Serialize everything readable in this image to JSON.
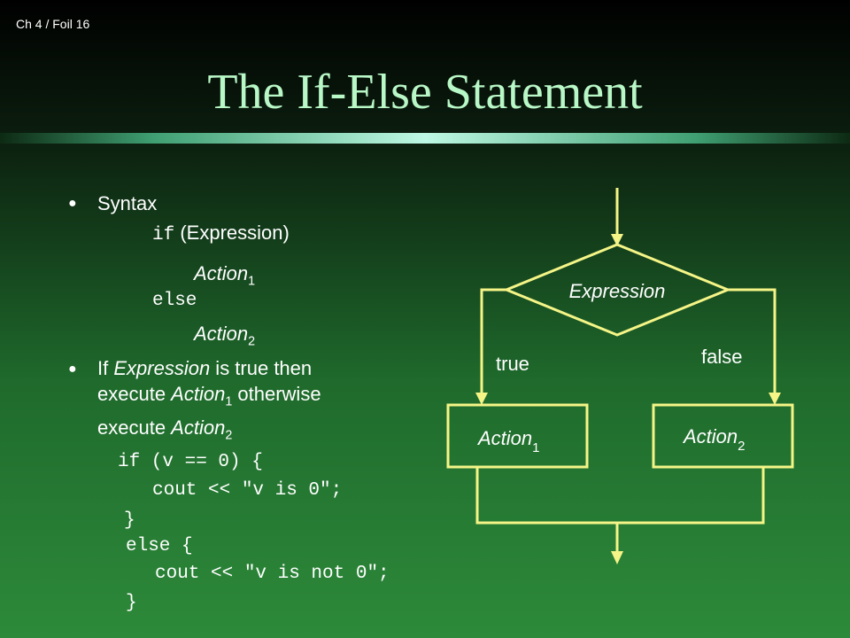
{
  "slide": {
    "foil": "Ch 4 / Foil 16",
    "title": "The If-Else Statement"
  },
  "syntax": {
    "heading": "Syntax",
    "if_kw": "if",
    "condition": "(Expression)",
    "action_word": "Action",
    "action1_sub": "1",
    "else_kw": "else",
    "action2_sub": "2"
  },
  "explanation": {
    "pre": "If ",
    "expression": "Expression",
    "mid": " is true then",
    "line2_pre": "execute ",
    "action": "Action",
    "sub1": "1",
    "line2_post": " otherwise",
    "line3_pre": "execute ",
    "sub2": "2"
  },
  "code": {
    "line1": "if (v == 0) {",
    "line2": "cout << \"v is 0\";",
    "line3": "}",
    "line4": "else {",
    "line5": "cout << \"v is not 0\";",
    "line6": "}"
  },
  "flowchart": {
    "decision": "Expression",
    "true_label": "true",
    "false_label": "false",
    "box1_text": "Action",
    "box1_sub": "1",
    "box2_text": "Action",
    "box2_sub": "2"
  },
  "colors": {
    "title": "#b8f7c6",
    "diagram_lines": "#f5f587"
  }
}
